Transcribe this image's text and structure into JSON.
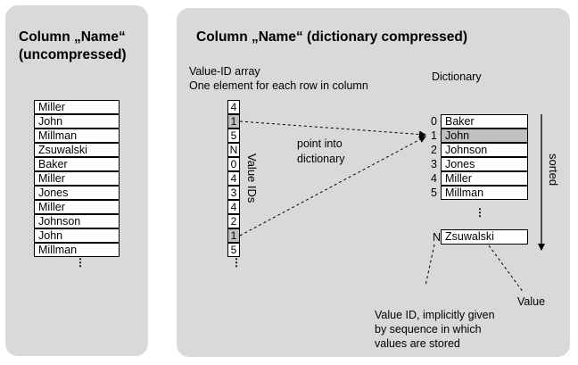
{
  "left_panel": {
    "title_line1": "Column „Name“",
    "title_line2": "(uncompressed)",
    "column_values": [
      "Miller",
      "John",
      "Millman",
      "Zsuwalski",
      "Baker",
      "Miller",
      "Jones",
      "Miller",
      "Johnson",
      "John",
      "Millman"
    ]
  },
  "right_panel": {
    "title": "Column „Name“ (dictionary compressed)",
    "value_id_label_line1": "Value-ID array",
    "value_id_label_line2": "One element for each row in column",
    "value_ids": [
      "4",
      "1",
      "5",
      "N",
      "0",
      "4",
      "3",
      "4",
      "2",
      "1",
      "5"
    ],
    "value_ids_axis_label": "Value IDs",
    "pointer_label_line1": "point into",
    "pointer_label_line2": "dictionary",
    "dictionary_label": "Dictionary",
    "dictionary": [
      {
        "id": "0",
        "value": "Baker"
      },
      {
        "id": "1",
        "value": "John"
      },
      {
        "id": "2",
        "value": "Johnson"
      },
      {
        "id": "3",
        "value": "Jones"
      },
      {
        "id": "4",
        "value": "Miller"
      },
      {
        "id": "5",
        "value": "Millman"
      }
    ],
    "dictionary_last": {
      "id": "N",
      "value": "Zsuwalski"
    },
    "sorted_label": "sorted",
    "value_label": "Value",
    "value_id_note_line1": "Value ID, implicitly given",
    "value_id_note_line2": "by sequence in which",
    "value_id_note_line3": "values are stored",
    "ellipsis": "⋮"
  }
}
